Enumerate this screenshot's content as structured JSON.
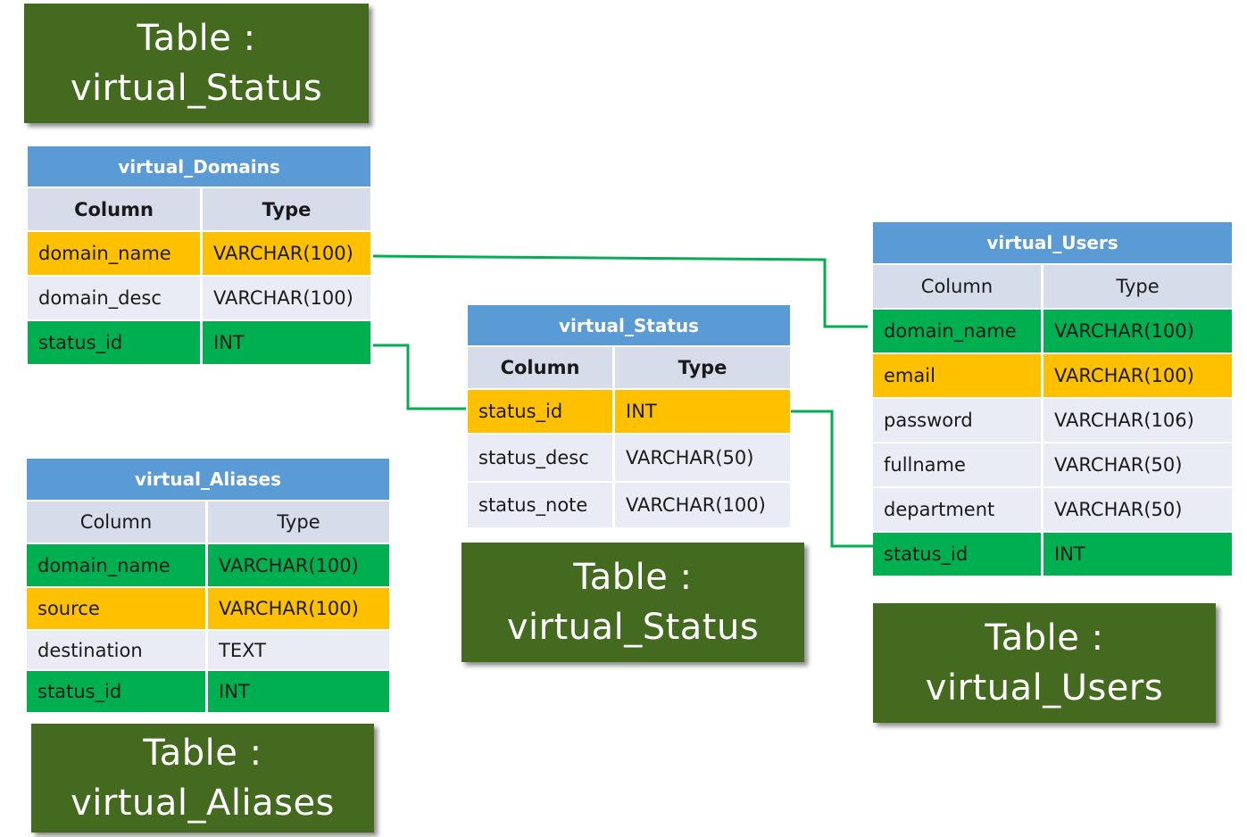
{
  "labels": {
    "top_left": {
      "prefix": "Table :",
      "name": "virtual_Status"
    },
    "status": {
      "prefix": "Table :",
      "name": "virtual_Status"
    },
    "users": {
      "prefix": "Table :",
      "name": "virtual_Users"
    },
    "aliases": {
      "prefix": "Table :",
      "name": "virtual_Aliases"
    }
  },
  "colors": {
    "label_background": "#436a1f",
    "title_bar": "#5b9bd5",
    "header_row": "#d6dcea",
    "key_row": "#ffc000",
    "foreign_key_row": "#00b050",
    "plain_row": "#e9ecf4",
    "connector": "#00b050"
  },
  "tables": {
    "domains": {
      "title": "virtual_Domains",
      "col_header": "Column",
      "type_header": "Type",
      "rows": [
        {
          "column": "domain_name",
          "type": "VARCHAR(100)",
          "role": "key"
        },
        {
          "column": "domain_desc",
          "type": "VARCHAR(100)",
          "role": "plain"
        },
        {
          "column": "status_id",
          "type": "INT",
          "role": "foreign-key"
        }
      ]
    },
    "status": {
      "title": "virtual_Status",
      "col_header": "Column",
      "type_header": "Type",
      "rows": [
        {
          "column": "status_id",
          "type": "INT",
          "role": "key"
        },
        {
          "column": "status_desc",
          "type": "VARCHAR(50)",
          "role": "plain"
        },
        {
          "column": "status_note",
          "type": "VARCHAR(100)",
          "role": "plain"
        }
      ]
    },
    "users": {
      "title": "virtual_Users",
      "col_header": "Column",
      "type_header": "Type",
      "rows": [
        {
          "column": "domain_name",
          "type": "VARCHAR(100)",
          "role": "foreign-key"
        },
        {
          "column": "email",
          "type": "VARCHAR(100)",
          "role": "key"
        },
        {
          "column": "password",
          "type": "VARCHAR(106)",
          "role": "plain"
        },
        {
          "column": "fullname",
          "type": "VARCHAR(50)",
          "role": "plain"
        },
        {
          "column": "department",
          "type": "VARCHAR(50)",
          "role": "plain"
        },
        {
          "column": "status_id",
          "type": "INT",
          "role": "foreign-key"
        }
      ]
    },
    "aliases": {
      "title": "virtual_Aliases",
      "col_header": "Column",
      "type_header": "Type",
      "rows": [
        {
          "column": "domain_name",
          "type": "VARCHAR(100)",
          "role": "foreign-key"
        },
        {
          "column": "source",
          "type": "VARCHAR(100)",
          "role": "key"
        },
        {
          "column": "destination",
          "type": "TEXT",
          "role": "plain"
        },
        {
          "column": "status_id",
          "type": "INT",
          "role": "foreign-key"
        }
      ]
    }
  },
  "relationships": [
    {
      "from": "virtual_Domains.domain_name",
      "to": "virtual_Users.domain_name"
    },
    {
      "from": "virtual_Domains.status_id",
      "to": "virtual_Status.status_id"
    },
    {
      "from": "virtual_Status.status_id",
      "to": "virtual_Users.status_id"
    }
  ]
}
